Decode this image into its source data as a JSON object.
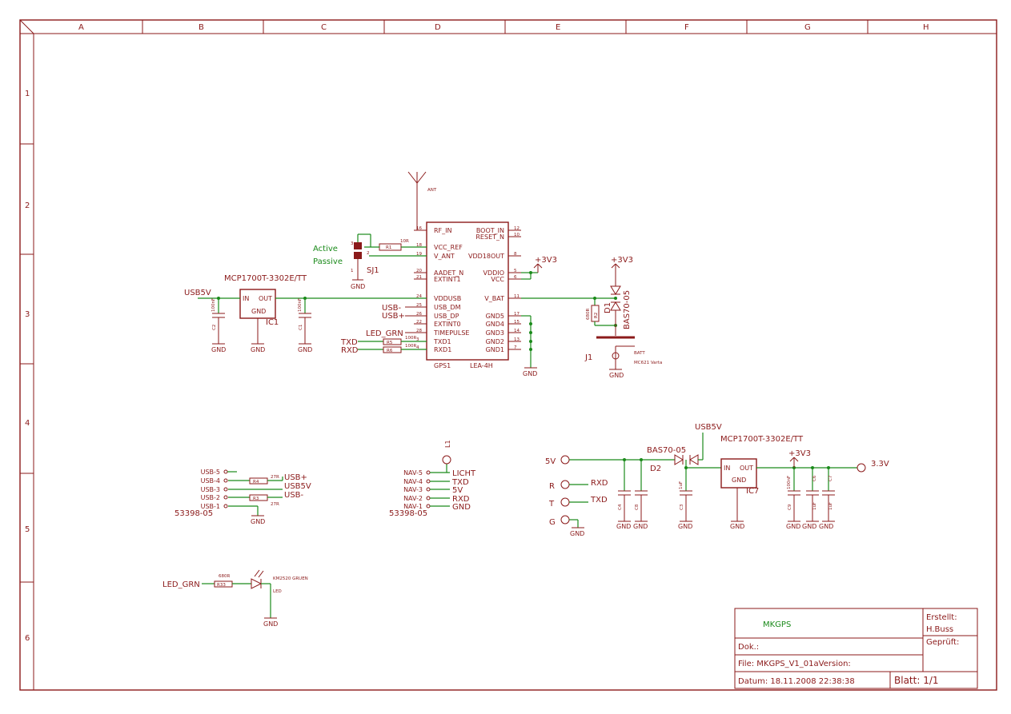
{
  "columns": [
    "A",
    "B",
    "C",
    "D",
    "E",
    "F",
    "G",
    "H"
  ],
  "rows": [
    "1",
    "2",
    "3",
    "4",
    "5",
    "6"
  ],
  "title_block": {
    "project": "MKGPS",
    "erstellt_label": "Erstellt:",
    "erstellt_value": "H.Buss",
    "geprueft_label": "Geprüft:",
    "dok_label": "Dok.:",
    "file": "File: MKGPS_V1_01aVersion:",
    "datum": "Datum: 18.11.2008 22:38:38",
    "blatt": "Blatt: 1/1"
  },
  "gps": {
    "left_pins": [
      {
        "name": "RF_IN",
        "num": "16"
      },
      {
        "name": "VCC_REF",
        "num": "18"
      },
      {
        "name": "V_ANT",
        "num": "19"
      },
      {
        "name": "AADET_N",
        "num": "20"
      },
      {
        "name": "EXTINT1",
        "num": "21"
      },
      {
        "name": "VDDUSB",
        "num": "24"
      },
      {
        "name": "USB_DM",
        "num": "25"
      },
      {
        "name": "USB_DP",
        "num": "26"
      },
      {
        "name": "EXTINT0",
        "num": "22"
      },
      {
        "name": "TIMEPULSE",
        "num": "28"
      },
      {
        "name": "TXD1",
        "num": "3"
      },
      {
        "name": "RXD1",
        "num": "4"
      }
    ],
    "right_pins": [
      {
        "name": "BOOT_IN",
        "num": "12"
      },
      {
        "name": "RESET_N",
        "num": "10"
      },
      {
        "name": "VDD18OUT",
        "num": "8"
      },
      {
        "name": "VDDIO",
        "num": "5"
      },
      {
        "name": "VCC",
        "num": "6"
      },
      {
        "name": "V_BAT",
        "num": "11"
      },
      {
        "name": "GND5",
        "num": "17"
      },
      {
        "name": "GND4",
        "num": "15"
      },
      {
        "name": "GND3",
        "num": "14"
      },
      {
        "name": "GND2",
        "num": "13"
      },
      {
        "name": "GND1",
        "num": "7"
      }
    ],
    "ref": "GPS1",
    "value": "LEA-4H",
    "ant": "ANT"
  },
  "labels": {
    "active": "Active",
    "passive": "Passive",
    "sj1": "SJ1",
    "r1": "R1",
    "r1_val": "10R",
    "gnd": "GND",
    "vcc3v3": "+3V3",
    "usb5v": "USB5V",
    "usb_minus": "USB-",
    "usb_plus": "USB+",
    "led_grn": "LED_GRN",
    "txd": "TXD",
    "rxd": "RXD",
    "r5": "R5",
    "r6": "R6",
    "r_100": "100R",
    "regulator": "MCP1700T-3302E/TT",
    "in": "IN",
    "out": "OUT",
    "ic1": "IC1",
    "ic7": "IC7",
    "c2": "C2",
    "c1": "C1",
    "c_100n": "100nF",
    "c_1u": "1uF",
    "d1": "D1",
    "bas": "BAS70-05",
    "r2": "R2",
    "r2_val": "680R",
    "j1": "J1",
    "batt": "BATT",
    "mc621": "MC621 Varta",
    "usb_conn_pins": [
      "USB-5",
      "USB-4",
      "USB-3",
      "USB-2",
      "USB-1"
    ],
    "usb_conn_nets": [
      "USB+",
      "USB5V",
      "USB-"
    ],
    "r4": "R4",
    "r3": "R3",
    "r_27": "27R",
    "conn_part": "53398-05",
    "nav_pins": [
      "NAV-5",
      "NAV-4",
      "NAV-3",
      "NAV-2",
      "NAV-1"
    ],
    "nav_nets": [
      "LICHT",
      "TXD",
      "5V",
      "RXD",
      "GND"
    ],
    "l1": "L1",
    "v5": "5V",
    "r": "R",
    "t": "T",
    "g": "G",
    "d2": "D2",
    "c4": "C4",
    "c8": "C8",
    "c3": "C3",
    "c9": "C9",
    "c6": "C6",
    "c7": "C7",
    "v33": "3.3V",
    "r33": "R33",
    "r33_val": "680R",
    "led_part": "KM2520 GRUEN",
    "led": "LED"
  }
}
